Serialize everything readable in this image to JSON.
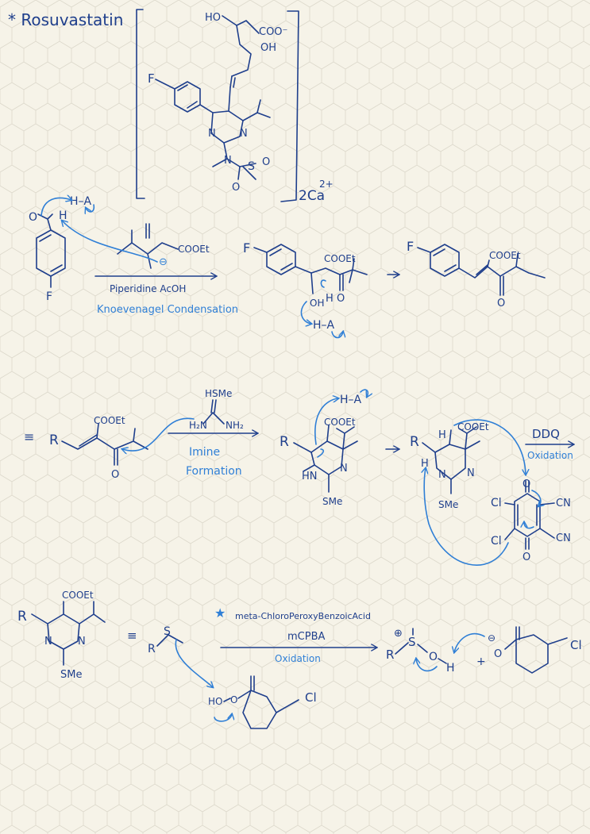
{
  "title": "* Rosuvastatin",
  "rosuvastatin": {
    "ho": "HO",
    "coo": "COO⁻",
    "oh": "OH",
    "f": "F",
    "n1": "N",
    "n2": "N",
    "n3": "N",
    "s": "S",
    "o1": "O",
    "o2": "O",
    "counter_ion": "2Ca",
    "charge": "2+"
  },
  "step1": {
    "aldehyde_o": "O",
    "aldehyde_h": "H",
    "ha": "H–A",
    "f": "F",
    "cooet": "COOEt",
    "minus": "⊖",
    "reagents": "Piperidine   AcOH",
    "name": "Knoevenagel Condensation"
  },
  "step1_intermediate": {
    "f": "F",
    "cooet": "COOEt",
    "oh": "OH",
    "h": "H",
    "o": "O",
    "ha": "H–A"
  },
  "step1_product": {
    "f": "F",
    "cooet": "COOEt",
    "o": "O"
  },
  "step2": {
    "equiv": "≡",
    "r": "R",
    "cooet": "COOEt",
    "o": "O",
    "thiourea_top": "HSMe",
    "h2n": "H₂N",
    "nh2": "NH₂",
    "name": "Imine Formation"
  },
  "step2_intermediate": {
    "r": "R",
    "cooet": "COOEt",
    "hn": "HN",
    "sme": "SMe",
    "n": "N",
    "ha": "H–A"
  },
  "step2_dihydro": {
    "r": "R",
    "h1": "H",
    "h2": "H",
    "cooet": "COOEt",
    "n1": "N",
    "n2": "N",
    "sme": "SMe"
  },
  "ddq": {
    "reagent": "DDQ",
    "name": "Oxidation",
    "o1": "O",
    "o2": "O",
    "cl1": "Cl",
    "cl2": "Cl",
    "cn1": "CN",
    "cn2": "CN"
  },
  "step3": {
    "r": "R",
    "cooet": "COOEt",
    "n1": "N",
    "n2": "N",
    "sme": "SMe",
    "equiv": "≡",
    "r2": "R",
    "s": "S",
    "star_label": "meta-ChloroPeroxyBenzoicAcid",
    "reagent": "mCPBA",
    "name": "Oxidation",
    "peracid_ho": "HO",
    "peracid_o": "O",
    "peracid_cl": "Cl",
    "product_r": "R",
    "product_s": "S",
    "product_o": "O",
    "product_h": "H",
    "plus": "+",
    "plus_charge": "⊕",
    "minus": "⊖",
    "benzoate_o": "O",
    "benzoate_cl": "Cl"
  }
}
